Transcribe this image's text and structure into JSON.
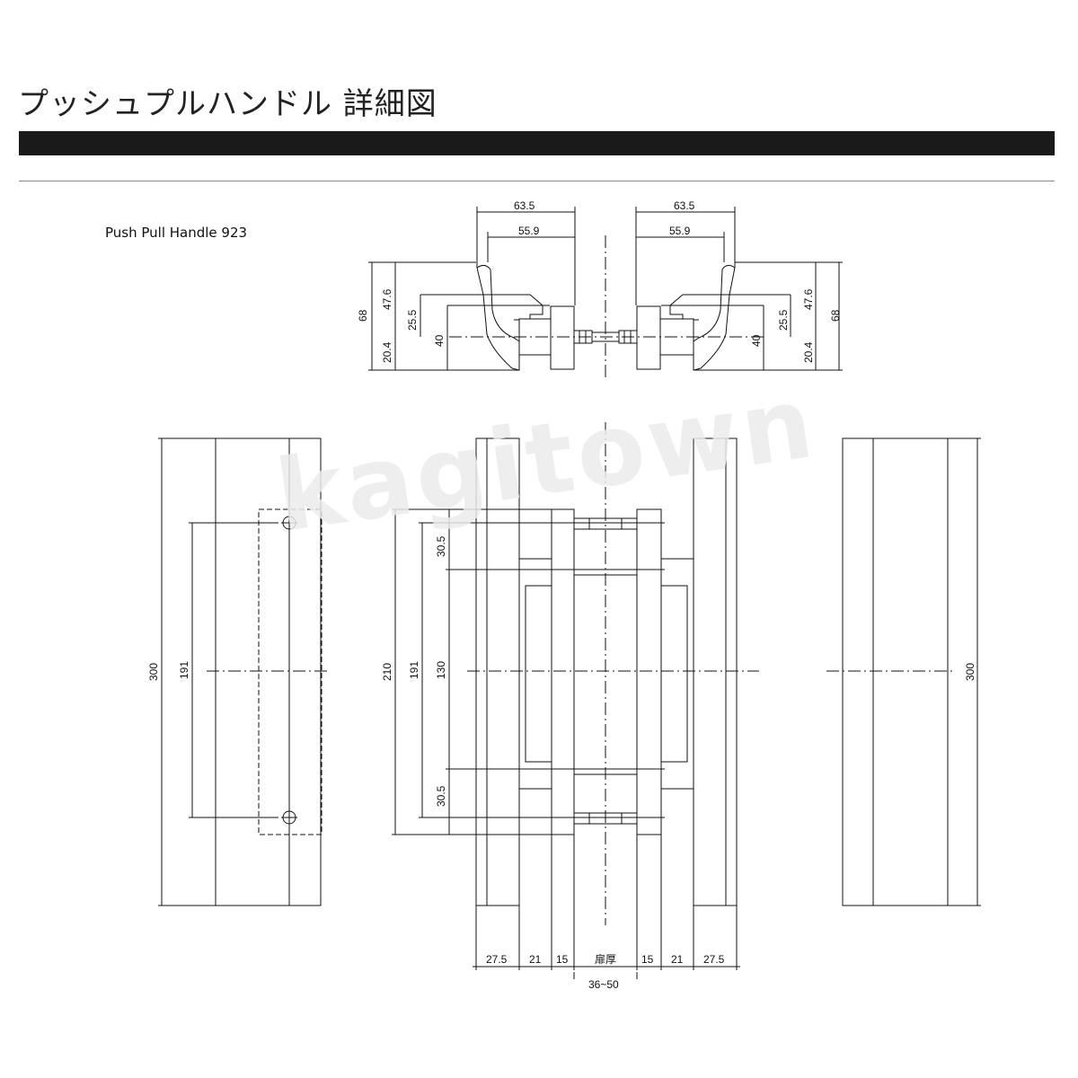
{
  "header": {
    "title": "プッシュプルハンドル 詳細図",
    "product": "Push Pull Handle 923"
  },
  "watermark": "kagitown",
  "dimensions": {
    "top_width_outer": "63.5",
    "top_width_inner": "55.9",
    "top_height_total": "68",
    "top_height_upper": "47.6",
    "top_offset": "25.5",
    "top_depth": "40",
    "top_base": "20.4",
    "left_height": "300",
    "left_hole_pitch": "191",
    "center_total": "210",
    "center_hole_pitch": "191",
    "center_grip": "130",
    "center_top_offset": "30.5",
    "center_bottom_offset": "30.5",
    "right_height": "300",
    "bottom_segments": [
      "27.5",
      "21",
      "15",
      "15",
      "21",
      "27.5"
    ],
    "door_thickness_label": "扉厚",
    "door_thickness_range": "36~50"
  }
}
